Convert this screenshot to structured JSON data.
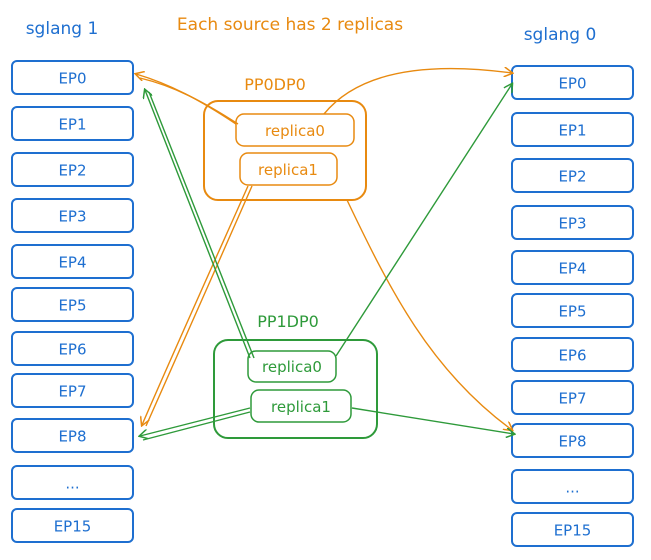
{
  "title": "Each source has 2 replicas",
  "left_column": {
    "label": "sglang 1",
    "boxes": [
      "EP0",
      "EP1",
      "EP2",
      "EP3",
      "EP4",
      "EP5",
      "EP6",
      "EP7",
      "EP8",
      "...",
      "EP15"
    ]
  },
  "right_column": {
    "label": "sglang 0",
    "boxes": [
      "EP0",
      "EP1",
      "EP2",
      "EP3",
      "EP4",
      "EP5",
      "EP6",
      "EP7",
      "EP8",
      "...",
      "EP15"
    ]
  },
  "groups": [
    {
      "label": "PP0DP0",
      "replicas": [
        "replica0",
        "replica1"
      ],
      "color": "#e88a10"
    },
    {
      "label": "PP1DP0",
      "replicas": [
        "replica0",
        "replica1"
      ],
      "color": "#2e9a3a"
    }
  ],
  "colors": {
    "blue": "#1e6fd0",
    "orange": "#e88a10",
    "green": "#2e9a3a"
  }
}
